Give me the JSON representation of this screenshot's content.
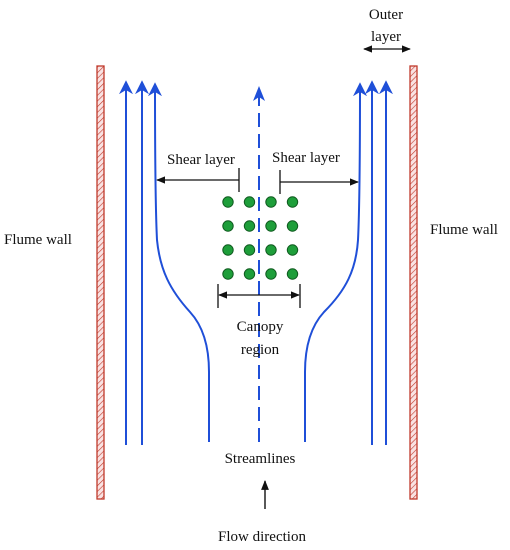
{
  "labels": {
    "flume_wall_left": "Flume wall",
    "flume_wall_right": "Flume wall",
    "outer_layer_line1": "Outer",
    "outer_layer_line2": "layer",
    "shear_layer_left": "Shear layer",
    "shear_layer_right": "Shear layer",
    "canopy_line1": "Canopy",
    "canopy_line2": "region",
    "streamlines": "Streamlines",
    "flow_direction": "Flow direction"
  },
  "colors": {
    "wall_stroke": "#c0392b",
    "wall_fill": "#f6d4d4",
    "streamline": "#1f4fd8",
    "canopy_fill": "#1e9e3a",
    "canopy_stroke": "#0f5a1f",
    "arrow": "#111111"
  },
  "canopy": {
    "rows": 4,
    "cols": 4
  }
}
